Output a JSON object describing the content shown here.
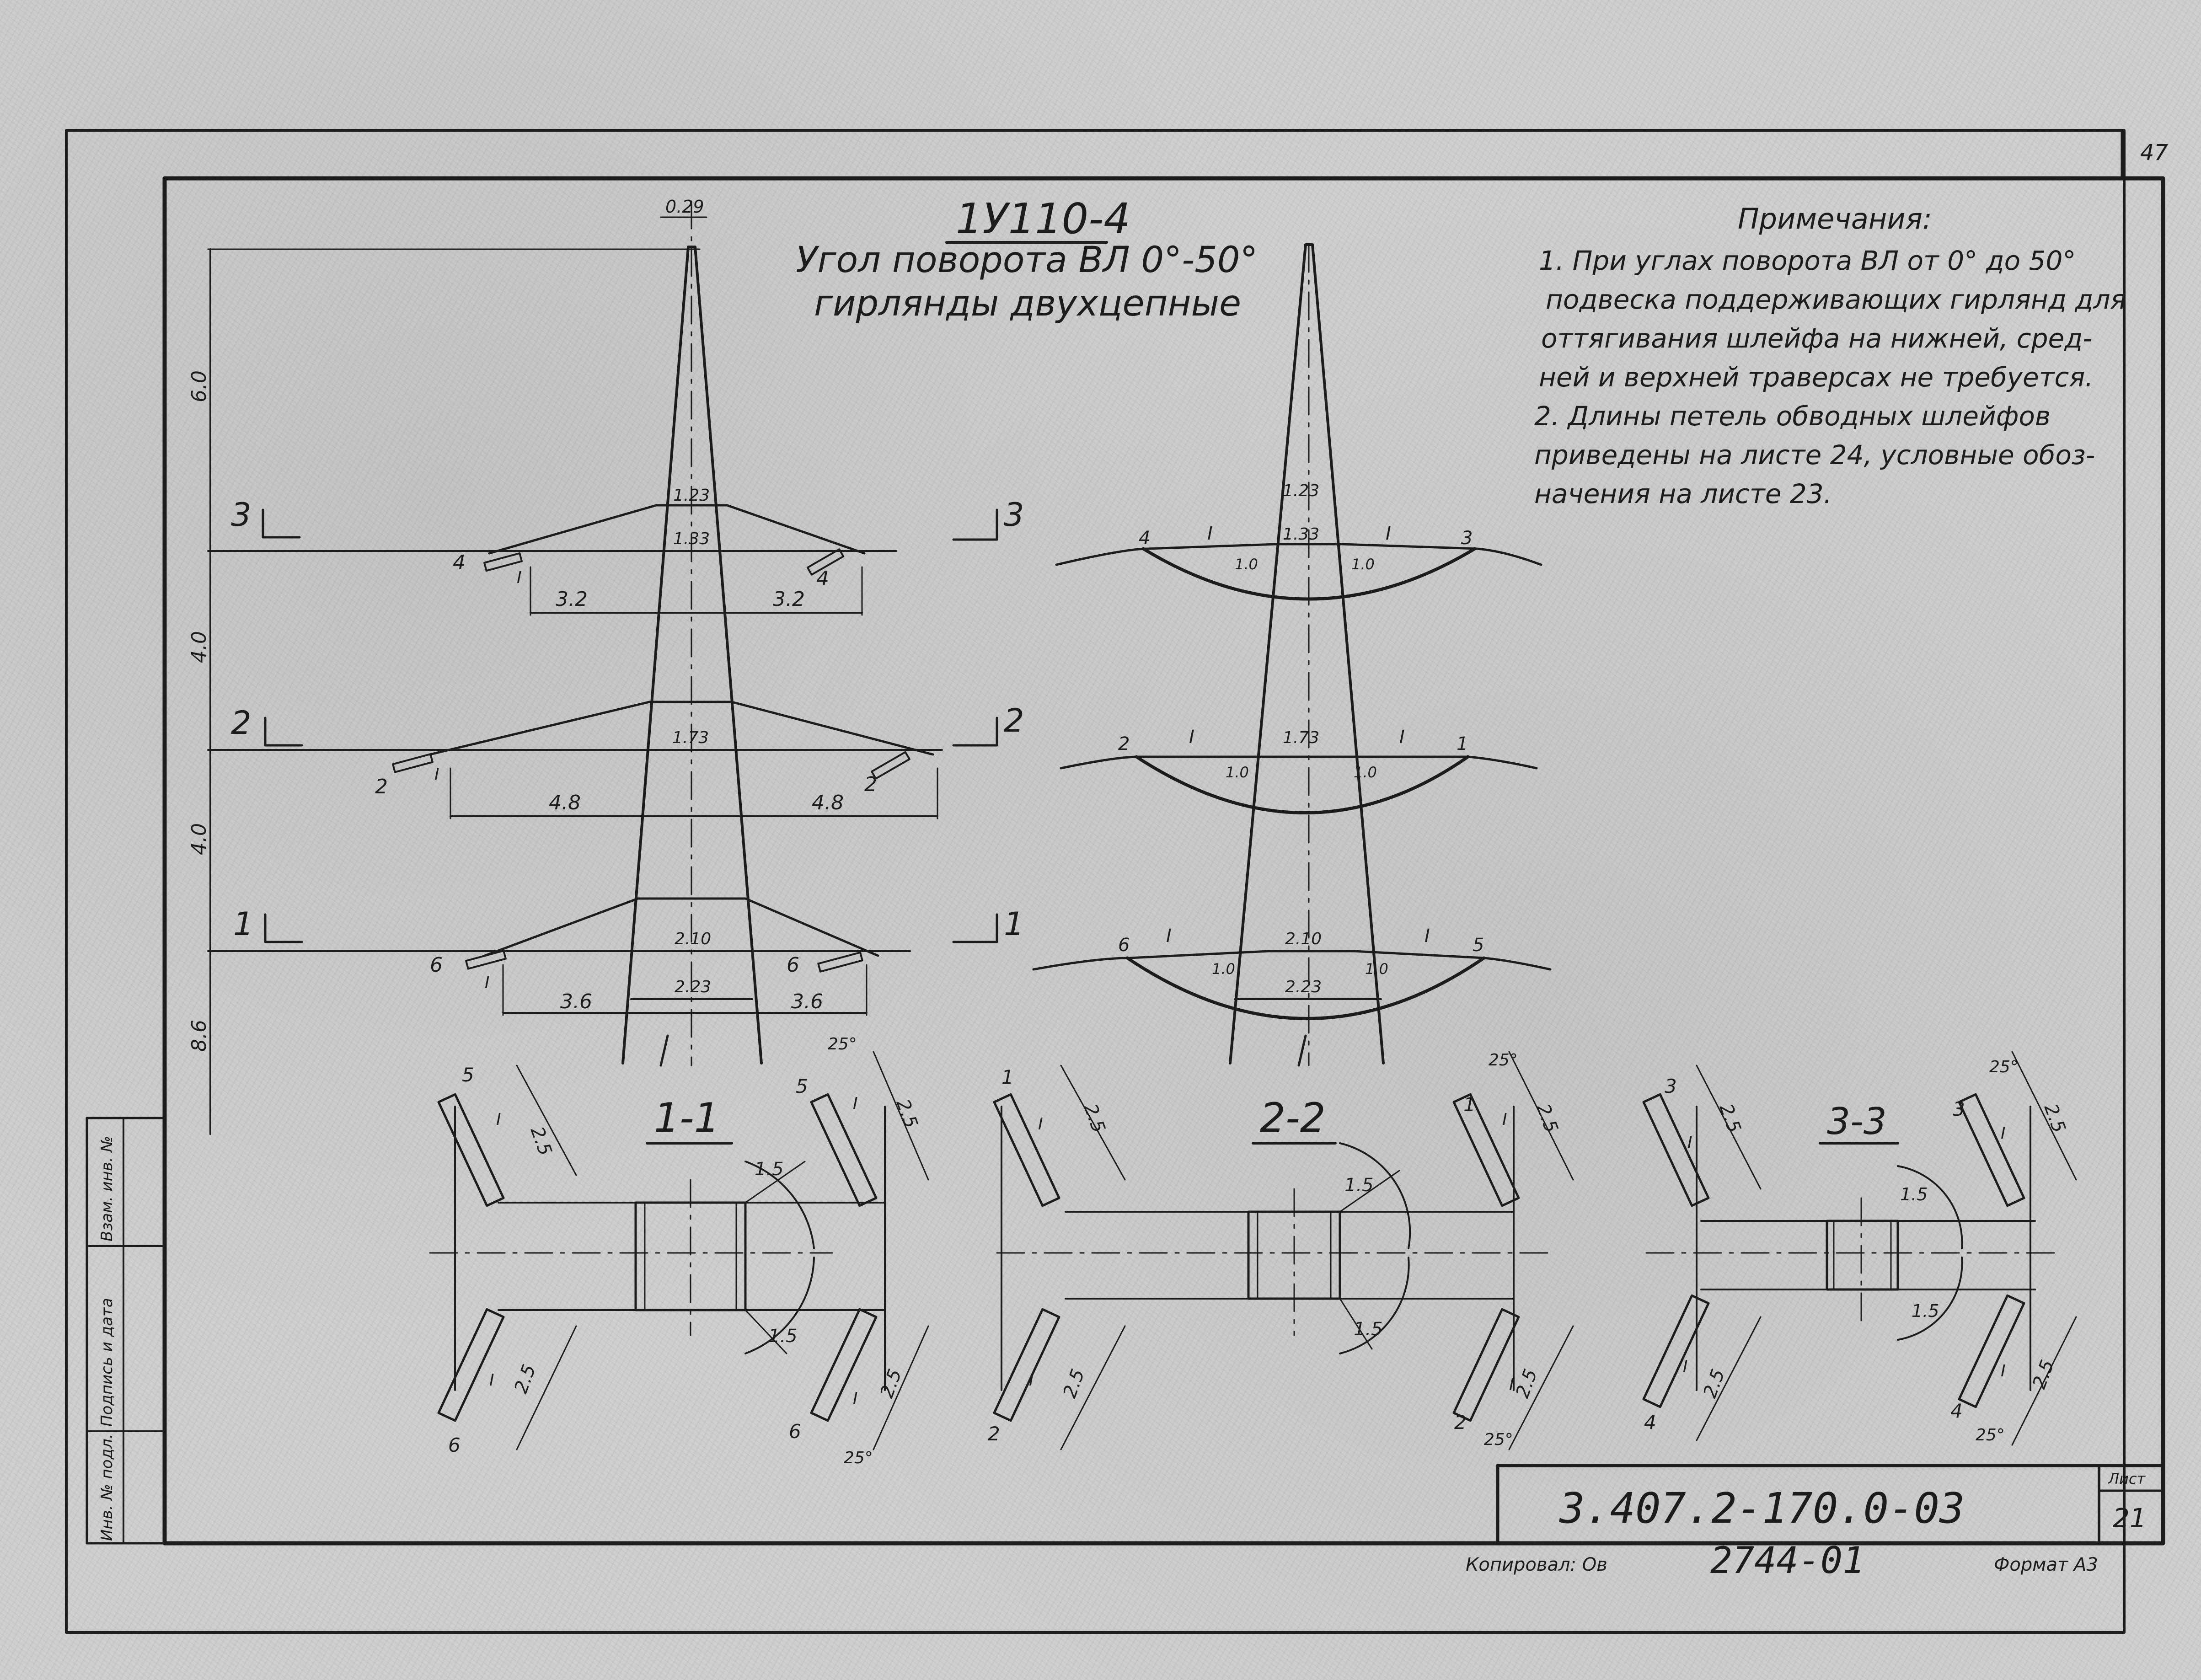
{
  "sheet": {
    "corner_number": "47",
    "title": "1У110-4",
    "subtitle_line1": "Угол поворота ВЛ 0°-50°",
    "subtitle_line2": "гирлянды двухцепные",
    "doc_code": "3.407.2-170.0-03",
    "sheet_label": "Лист",
    "sheet_number": "21",
    "copied_label": "Копировал: Ов",
    "archive_number": "2744-01",
    "format_label": "Формат А3"
  },
  "notes": {
    "heading": "Примечания:",
    "lines": [
      "1. При углах поворота ВЛ от 0° до 50°",
      "подвеска поддерживающих гирлянд для",
      "оттягивания шлейфа на нижней, сред-",
      "ней и верхней траверсах не требуется.",
      "2. Длины петель обводных шлейфов",
      "приведены на листе 24, условные обоз-",
      "начения на листе 23."
    ]
  },
  "left_view": {
    "top_width": "0.29",
    "heights": [
      "6.0",
      "4.0",
      "4.0",
      "8.6"
    ],
    "level_3": {
      "mark": "3",
      "width_top": "1.23",
      "width": "1.33",
      "arm_left": "3.2",
      "arm_right": "3.2",
      "phase_left": "4",
      "phase_right": "4",
      "insulator": "I"
    },
    "level_2": {
      "mark": "2",
      "width": "1.73",
      "arm_left": "4.8",
      "arm_right": "4.8",
      "phase_left": "2",
      "phase_right": "2",
      "insulator": "I"
    },
    "level_1": {
      "mark": "1",
      "width_top": "2.10",
      "width": "2.23",
      "arm_left": "3.6",
      "arm_right": "3.6",
      "phase_left": "6",
      "phase_right": "6",
      "insulator": "I"
    }
  },
  "right_view": {
    "level_3": {
      "mark": "3",
      "width_top": "1.23",
      "width": "1.33",
      "phase_left": "4",
      "phase_right": "3",
      "insulator": "I",
      "loop": "1.0"
    },
    "level_2": {
      "mark": "2",
      "width": "1.73",
      "phase_left": "2",
      "phase_right": "1",
      "insulator": "I",
      "loop": "1.0"
    },
    "level_1": {
      "mark": "1",
      "width_top": "2.10",
      "width": "2.23",
      "phase_left": "6",
      "phase_right": "5",
      "insulator": "I",
      "loop": "1.0"
    }
  },
  "sections": {
    "s11": {
      "title": "1-1",
      "length": "2.5",
      "radius": "1.5",
      "angle": "25°",
      "phase_tl": "5",
      "phase_tr": "5",
      "phase_bl": "6",
      "phase_br": "6",
      "insulator": "I"
    },
    "s22": {
      "title": "2-2",
      "length": "2.5",
      "radius": "1.5",
      "angle": "25°",
      "phase_tl": "1",
      "phase_tr": "1",
      "phase_bl": "2",
      "phase_br": "2",
      "insulator": "I"
    },
    "s33": {
      "title": "3-3",
      "length": "2.5",
      "radius": "1.5",
      "angle": "25°",
      "phase_tl": "3",
      "phase_tr": "3",
      "phase_bl": "4",
      "phase_br": "4",
      "insulator": "I"
    }
  },
  "stamp_strip": {
    "cells": [
      "Инв. № подл.",
      "Подпись и дата",
      "Взам. инв. №"
    ]
  }
}
